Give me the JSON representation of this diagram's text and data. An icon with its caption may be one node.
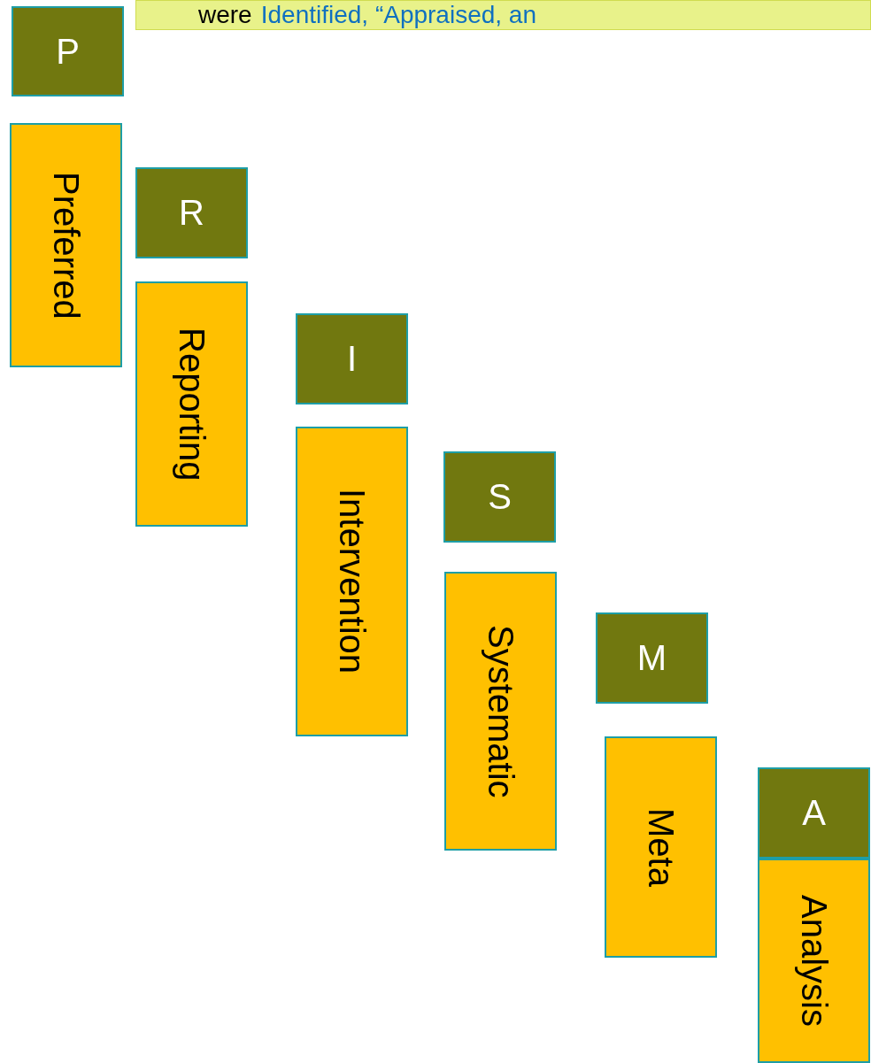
{
  "diagram": {
    "nodes": [
      {
        "text": [
          "were",
          "Identified, “Appraised, an"
        ]
      },
      {
        "text": [
          "P"
        ]
      },
      {
        "text": [
          "Preferred"
        ]
      },
      {
        "text": [
          "R"
        ]
      },
      {
        "text": [
          "Reporting"
        ]
      },
      {
        "text": [
          "I"
        ]
      },
      {
        "text": [
          "Intervention"
        ]
      },
      {
        "text": [
          "S"
        ]
      },
      {
        "text": [
          "Systematic"
        ]
      },
      {
        "text": [
          "M"
        ]
      },
      {
        "text": [
          "Meta"
        ]
      },
      {
        "text": [
          "A"
        ]
      },
      {
        "text": [
          "Analysis"
        ]
      }
    ]
  }
}
